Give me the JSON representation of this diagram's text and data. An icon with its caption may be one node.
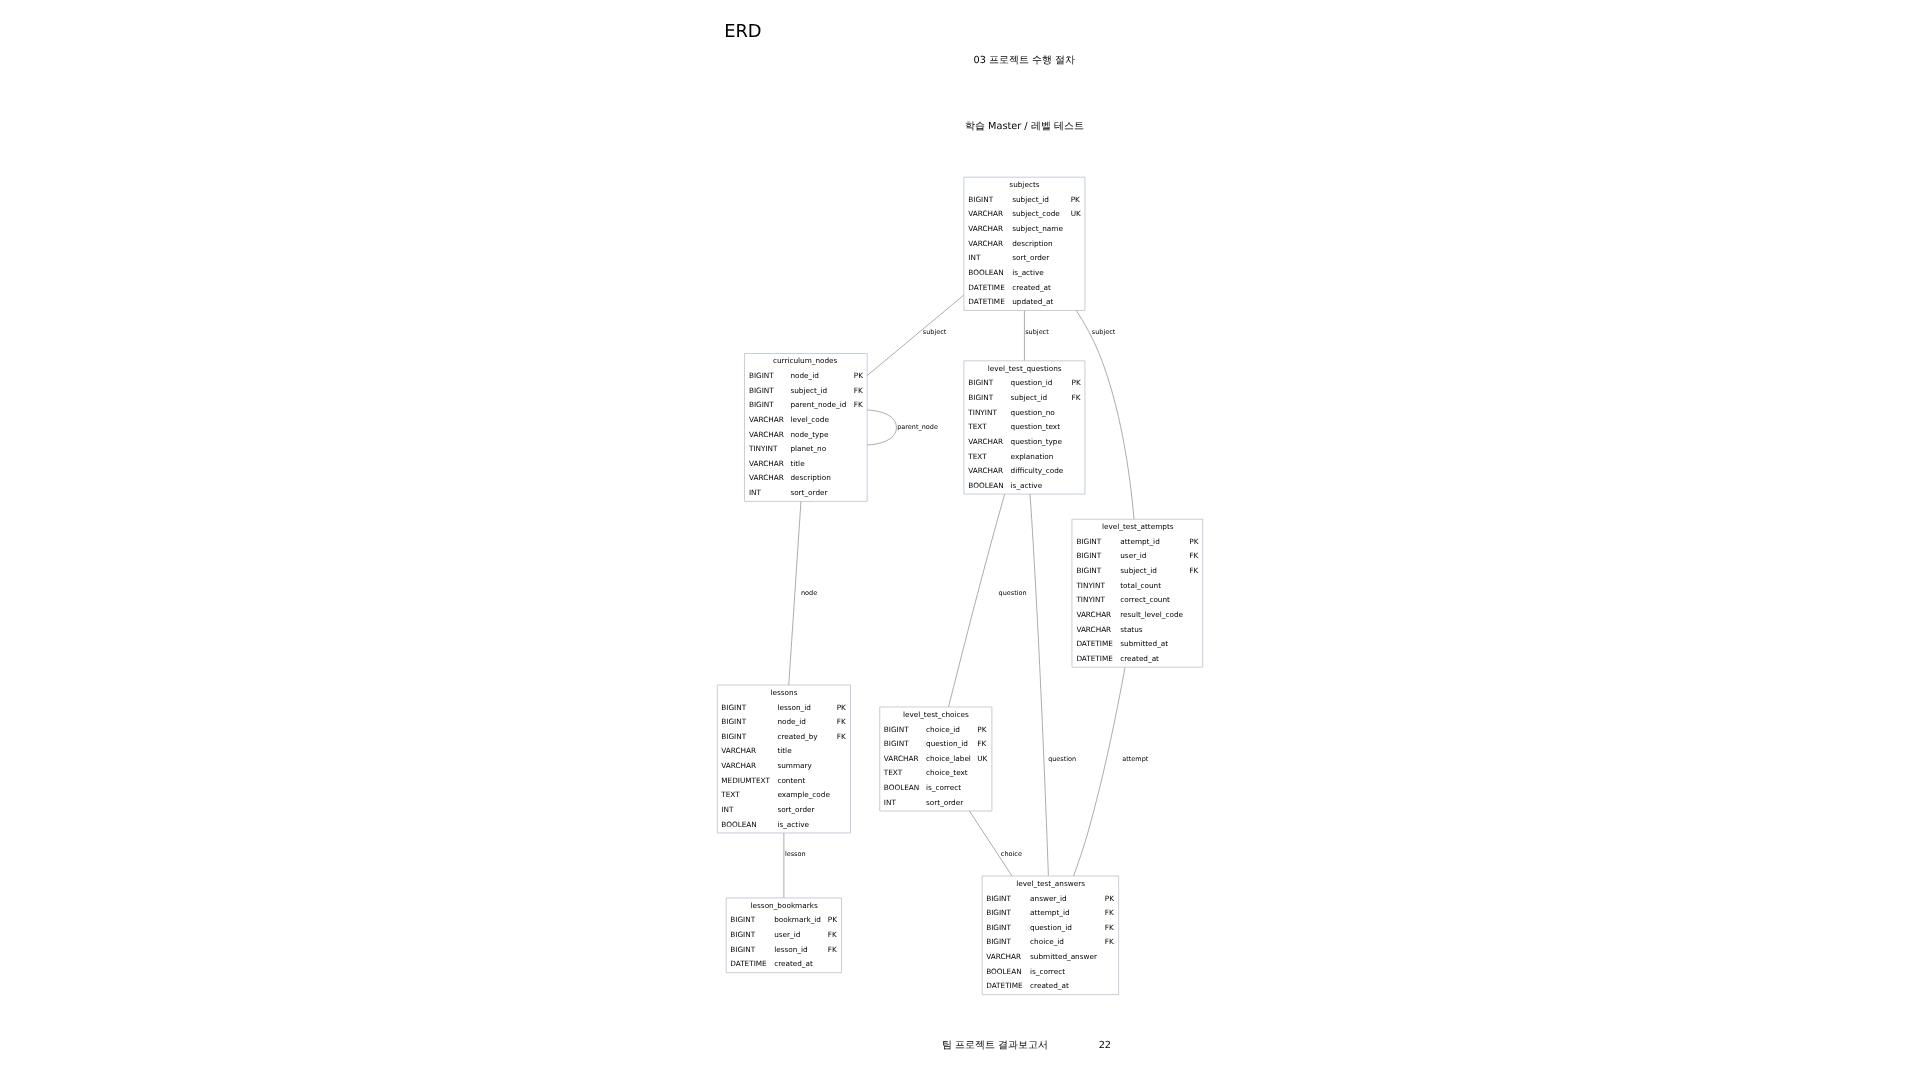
{
  "diagram": {
    "title": "ERD",
    "nodes": [
      {
        "text": [
          "subjects",
          "BIGINT subject_id PK",
          "VARCHAR subject_code UK",
          "VARCHAR subject_name",
          "VARCHAR description",
          "INT sort_order",
          "BOOLEAN is_active",
          "DATETIME created_at",
          "DATETIME updated_at"
        ]
      },
      {
        "text": [
          "curriculum_nodes",
          "BIGINT node_id PK",
          "BIGINT subject_id FK",
          "BIGINT parent_node_id FK",
          "VARCHAR level_code",
          "VARCHAR node_type",
          "TINYINT planet_no",
          "VARCHAR title",
          "VARCHAR description",
          "INT sort_order"
        ]
      },
      {
        "text": [
          "level_test_questions",
          "BIGINT question_id PK",
          "BIGINT subject_id FK",
          "TINYINT question_no",
          "TEXT question_text",
          "VARCHAR question_type",
          "TEXT explanation",
          "VARCHAR difficulty_code",
          "BOOLEAN is_active"
        ]
      },
      {
        "text": [
          "lessons",
          "BIGINT lesson_id PK",
          "BIGINT node_id FK",
          "BIGINT created_by FK",
          "VARCHAR title",
          "VARCHAR summary",
          "MEDIUMTEXT content",
          "TEXT example_code",
          "INT sort_order",
          "BOOLEAN is_active"
        ]
      },
      {
        "text": [
          "level_test_attempts",
          "BIGINT attempt_id PK",
          "BIGINT user_id FK",
          "BIGINT subject_id FK",
          "TINYINT total_count",
          "TINYINT correct_count",
          "VARCHAR result_level_code",
          "VARCHAR status",
          "DATETIME submitted_at",
          "DATETIME created_at"
        ]
      },
      {
        "text": [
          "level_test_choices",
          "BIGINT choice_id PK",
          "BIGINT question_id FK",
          "VARCHAR choice_label UK",
          "TEXT choice_text",
          "BOOLEAN is_correct",
          "INT sort_order"
        ]
      },
      {
        "text": [
          "lesson_bookmarks",
          "BIGINT bookmark_id PK",
          "BIGINT user_id FK",
          "BIGINT lesson_id FK",
          "DATETIME created_at"
        ]
      },
      {
        "text": [
          "level_test_answers",
          "BIGINT answer_id PK",
          "BIGINT attempt_id FK",
          "BIGINT question_id FK",
          "BIGINT choice_id FK",
          "VARCHAR submitted_answer",
          "BOOLEAN is_correct",
          "DATETIME created_at"
        ]
      }
    ],
    "edges": [
      {
        "from": 0,
        "to": 1,
        "arrow": "none",
        "label": "subject"
      },
      {
        "from": 0,
        "to": 4,
        "arrow": "none",
        "label": "subject"
      },
      {
        "from": 0,
        "to": 2,
        "arrow": "none",
        "label": "subject"
      },
      {
        "from": 1,
        "to": 3,
        "arrow": "none",
        "label": "node"
      },
      {
        "from": 1,
        "to": 1,
        "arrow": "none",
        "label": "parent_node"
      },
      {
        "from": 3,
        "to": 6,
        "arrow": "none",
        "label": "lesson"
      },
      {
        "from": 4,
        "to": 7,
        "arrow": "none",
        "label": "attempt"
      },
      {
        "from": 2,
        "to": 7,
        "arrow": "none",
        "label": "question"
      },
      {
        "from": 2,
        "to": 5,
        "arrow": "none",
        "label": "question"
      },
      {
        "from": 5,
        "to": 7,
        "arrow": "none",
        "label": "choice"
      }
    ],
    "labels": [
      "03 프로젝트 수행 절차",
      "학습 Master / 레벨 테스트",
      "팀 프로젝트 결과보고서",
      "22"
    ]
  }
}
